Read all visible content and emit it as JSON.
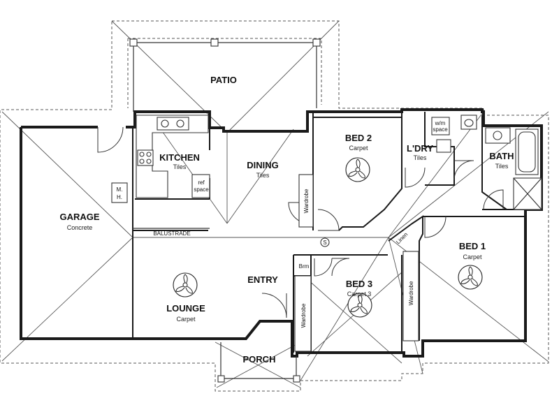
{
  "rooms": {
    "patio": {
      "name": "PATIO",
      "sub": ""
    },
    "kitchen": {
      "name": "KITCHEN",
      "sub": "Tiles"
    },
    "dining": {
      "name": "DINING",
      "sub": "Tiles"
    },
    "bed2": {
      "name": "BED 2",
      "sub": "Carpet"
    },
    "laundry": {
      "name": "L'DRY",
      "sub": "Tiles"
    },
    "bath": {
      "name": "BATH",
      "sub": "Tiles"
    },
    "garage": {
      "name": "GARAGE",
      "sub": "Concrete"
    },
    "entry": {
      "name": "ENTRY",
      "sub": ""
    },
    "lounge": {
      "name": "LOUNGE",
      "sub": "Carpet"
    },
    "bed3": {
      "name": "BED 3",
      "sub": "Carpet 3"
    },
    "bed1": {
      "name": "BED 1",
      "sub": "Carpet"
    },
    "porch": {
      "name": "PORCH",
      "sub": ""
    }
  },
  "labels": {
    "balustrade": "BALUSTRADE",
    "meter_box_line1": "M.",
    "meter_box_line2": "H.",
    "fridge_space_line1": "ref",
    "fridge_space_line2": "space",
    "washing_machine_line1": "w/m",
    "washing_machine_line2": "space",
    "wardrobe": "Wardrobe",
    "linen": "Linen",
    "broom": "Brm",
    "smoke_detector": "S"
  }
}
